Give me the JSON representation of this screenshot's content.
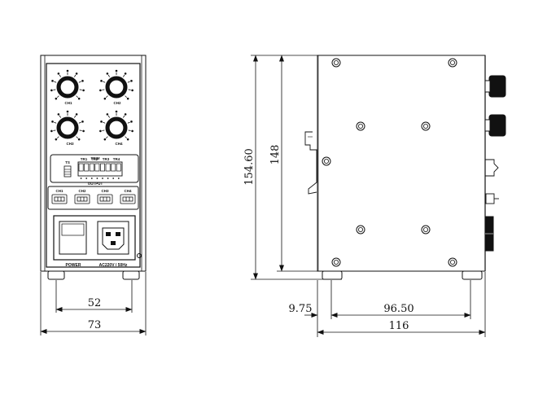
{
  "front_view": {
    "knobs": [
      {
        "label": "CH1"
      },
      {
        "label": "CH2"
      },
      {
        "label": "CH3"
      },
      {
        "label": "CH4"
      }
    ],
    "trim_title": "TRIM",
    "trim_switch_label": "TS",
    "trim_channels": [
      "TR1",
      "TR2",
      "TR3",
      "TR4"
    ],
    "output_title": "OUTPUT",
    "output_channels": [
      "CH1",
      "CH2",
      "CH3",
      "CH4"
    ],
    "power_label": "POWER",
    "ac_label": "AC220V / 50Hz",
    "dim_inner_width": "52",
    "dim_outer_width": "73"
  },
  "side_view": {
    "dim_height_total": "154.60",
    "dim_height_body": "148",
    "dim_offset": "9.75",
    "dim_body_depth": "96.50",
    "dim_total_depth": "116"
  }
}
